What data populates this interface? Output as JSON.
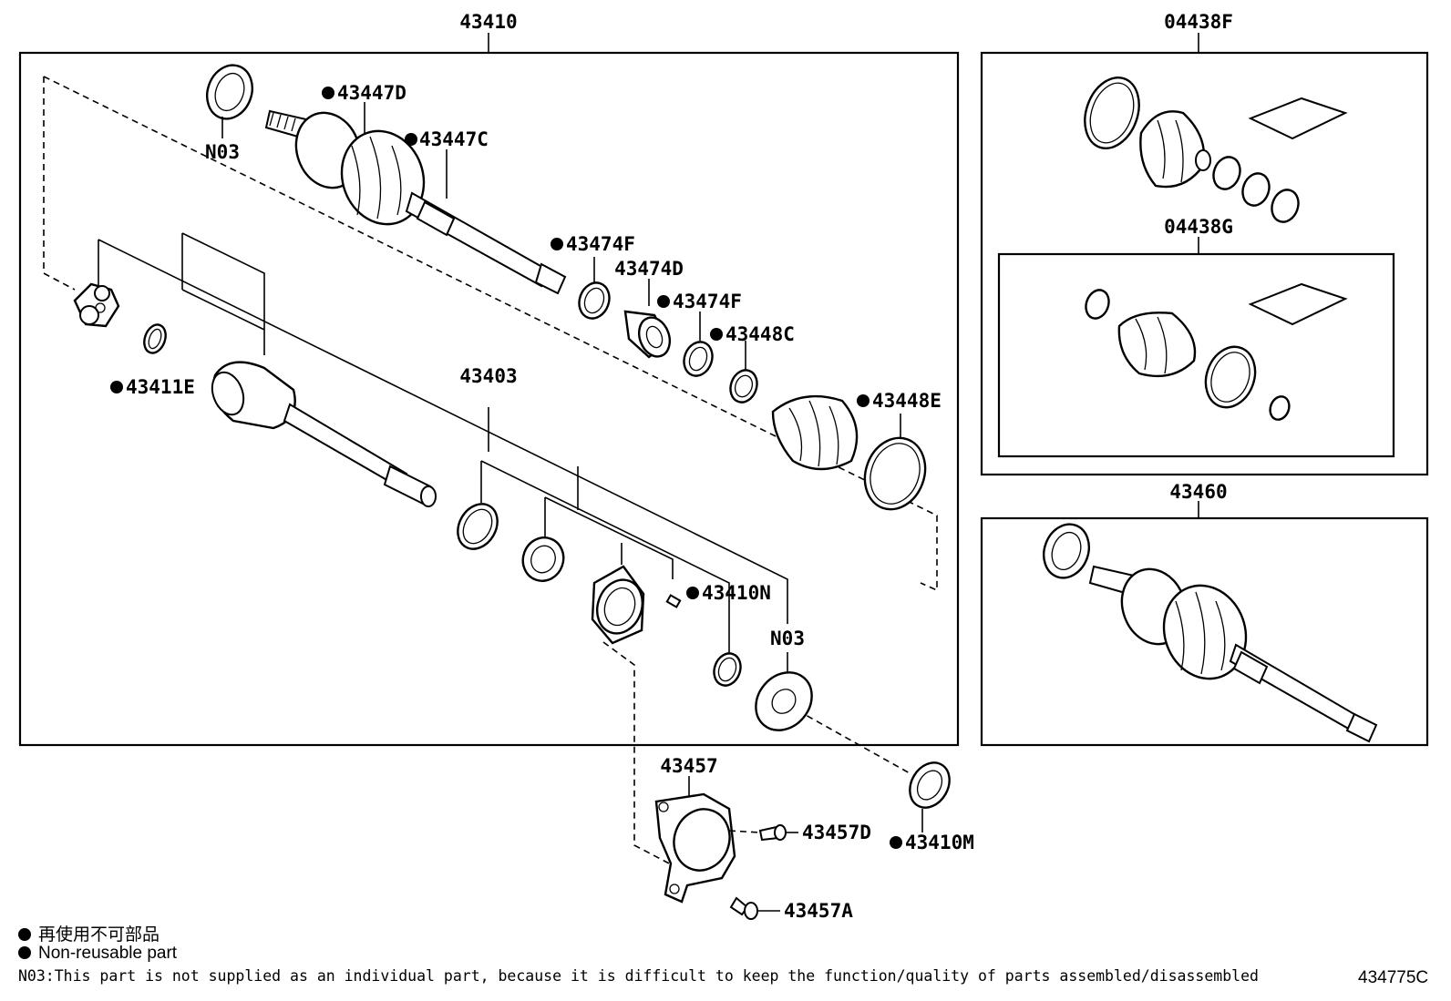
{
  "diagram": {
    "main_assembly": {
      "part_number": "43410"
    },
    "boot_kit_outer": {
      "part_number": "04438F"
    },
    "boot_kit_inner": {
      "part_number": "04438G"
    },
    "outer_joint_assy": {
      "part_number": "43460"
    },
    "inner_shaft_assy": {
      "part_number": "43403"
    },
    "bracket": {
      "part_number": "43457"
    },
    "callouts": {
      "n03_top": "N03",
      "n03_mid": "N03",
      "p43447D": "43447D",
      "p43447C": "43447C",
      "p43474F_a": "43474F",
      "p43474D": "43474D",
      "p43474F_b": "43474F",
      "p43448C": "43448C",
      "p43448E": "43448E",
      "p43411E": "43411E",
      "p43410N": "43410N",
      "p43410M": "43410M",
      "p43457D": "43457D",
      "p43457A": "43457A"
    }
  },
  "legend": {
    "marker_icon": "filled-circle-icon",
    "non_reusable_jp": "再使用不可部品",
    "non_reusable_en": "Non-reusable part",
    "note_n03": "N03:This part is not supplied as an individual part, because it is difficult to keep the function/quality of parts assembled/disassembled"
  },
  "illustration_code": "434775C"
}
